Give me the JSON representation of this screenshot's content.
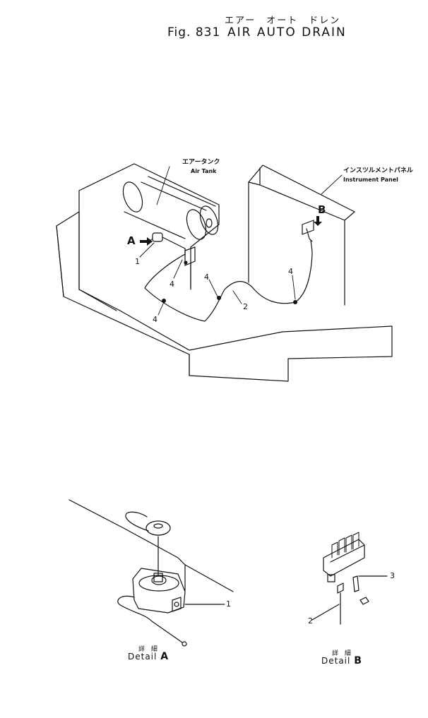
{
  "title": {
    "jp": "エアー　オート　ドレン",
    "fig": "Fig. 831",
    "name": "AIR AUTO DRAIN"
  },
  "labels": {
    "air_tank_jp": "エアータンク",
    "air_tank_en": "Air Tank",
    "instrument_panel_jp": "インスツルメントパネル",
    "instrument_panel_en": "Instrument Panel",
    "arrow_a": "A",
    "arrow_b": "B",
    "part_1": "1",
    "part_2": "2",
    "part_3": "3",
    "part_4": "4"
  },
  "details": {
    "a": {
      "jp": "詳 細",
      "en": "Detail",
      "letter": "A"
    },
    "b": {
      "jp": "詳 細",
      "en": "Detail",
      "letter": "B"
    }
  }
}
